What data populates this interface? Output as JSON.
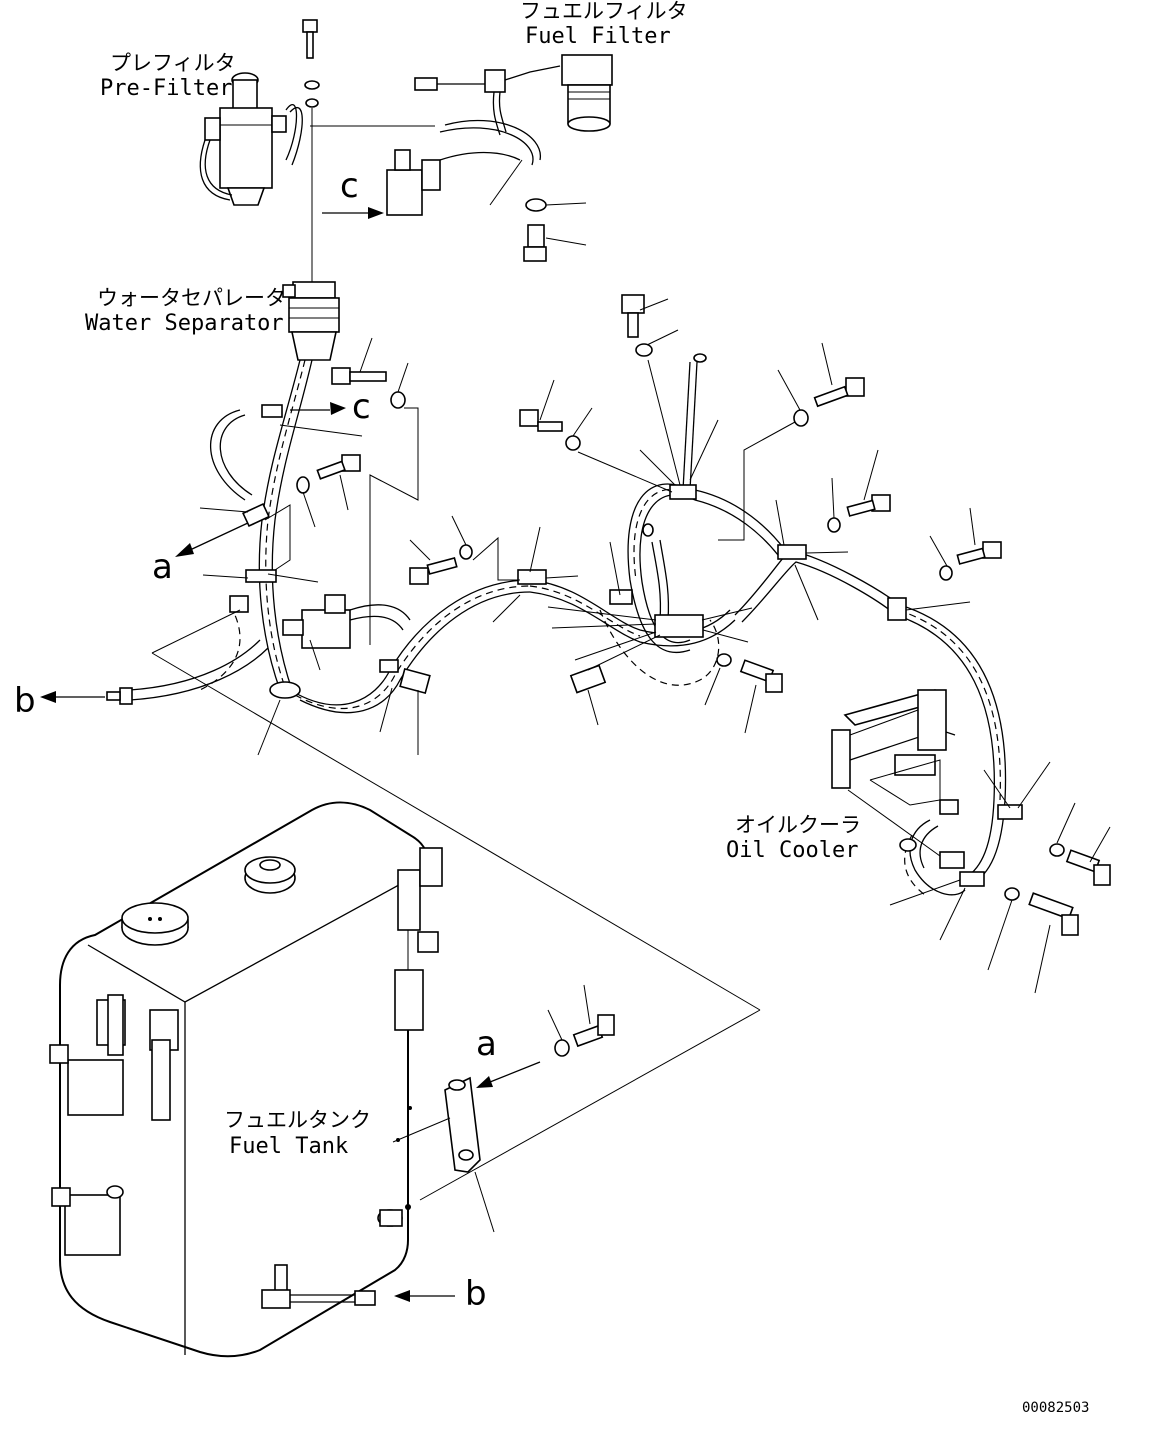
{
  "labels": {
    "fuel_filter_jp": "フュエルフィルタ",
    "fuel_filter_en": "Fuel Filter",
    "pre_filter_jp": "プレフィルタ",
    "pre_filter_en": "Pre-Filter",
    "water_separator_jp": "ウォータセパレータ",
    "water_separator_en": "Water Separator",
    "oil_cooler_jp": "オイルクーラ",
    "oil_cooler_en": "Oil Cooler",
    "fuel_tank_jp": "フュエルタンク",
    "fuel_tank_en": "Fuel Tank"
  },
  "view_letters": {
    "a": "a",
    "b": "b",
    "c": "c"
  },
  "document_id": "00082503"
}
